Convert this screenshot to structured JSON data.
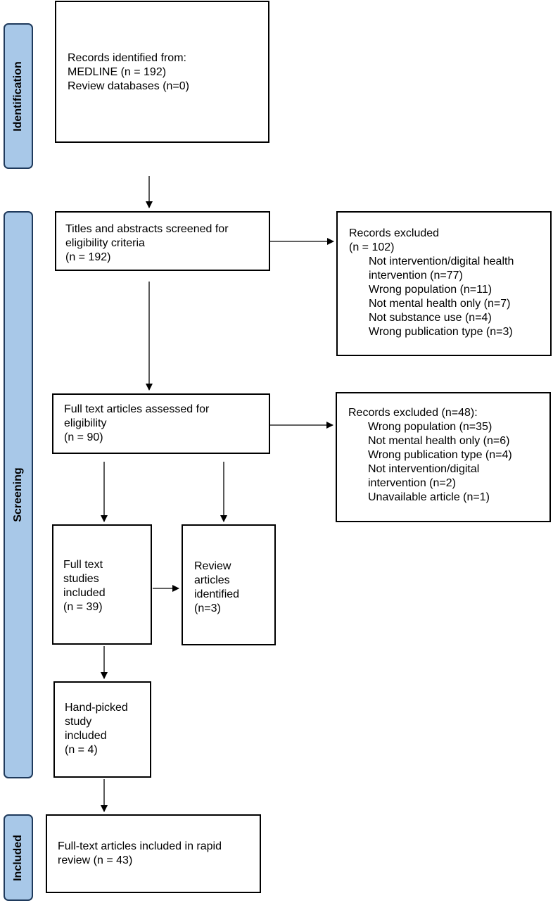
{
  "phases": {
    "identification": "Identification",
    "screening": "Screening",
    "included": "Included"
  },
  "boxes": {
    "identified": [
      "Records identified from:",
      "MEDLINE (n = 192)",
      "Review databases (n=0)"
    ],
    "screened": [
      "Titles and abstracts screened for",
      "eligibility criteria",
      "(n = 192)"
    ],
    "excluded1": {
      "header": [
        "Records excluded",
        "(n = 102)"
      ],
      "items": [
        "Not intervention/digital health",
        "intervention (n=77)",
        "Wrong population (n=11)",
        "Not mental health only (n=7)",
        "Not substance use (n=4)",
        "Wrong publication type (n=3)"
      ]
    },
    "assessed": [
      "Full text articles assessed for",
      "eligibility",
      "(n = 90)"
    ],
    "excluded2": {
      "header": [
        "Records excluded (n=48):"
      ],
      "items": [
        "Wrong population (n=35)",
        "Not mental health only (n=6)",
        "Wrong publication type (n=4)",
        "Not intervention/digital",
        "intervention (n=2)",
        "Unavailable article (n=1)"
      ]
    },
    "fulltext_included": [
      "Full text",
      "studies",
      "included",
      "(n = 39)"
    ],
    "review_articles": [
      "Review",
      "articles",
      "identified",
      "(n=3)"
    ],
    "handpicked": [
      "Hand-picked",
      "study",
      "included",
      "(n = 4)"
    ],
    "final": [
      "Full-text articles included in rapid",
      "review (n = 43)"
    ]
  }
}
